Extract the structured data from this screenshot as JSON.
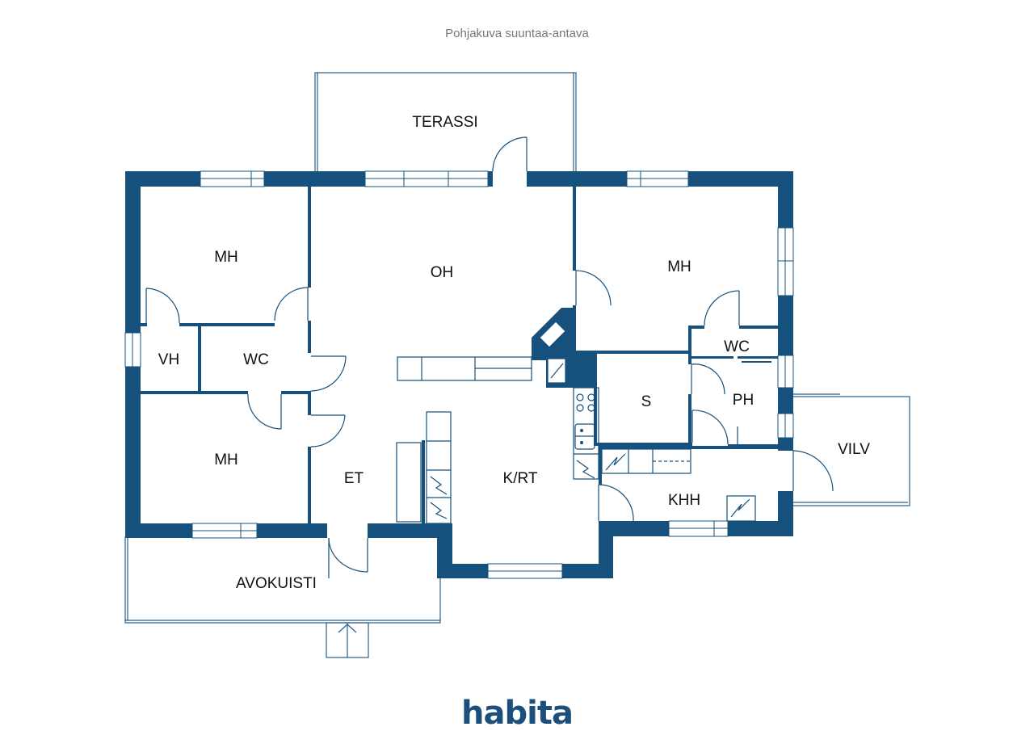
{
  "caption": "Pohjakuva suuntaa-antava",
  "rooms": {
    "terassi": "TERASSI",
    "mh_nw": "MH",
    "oh": "OH",
    "mh_ne": "MH",
    "vh": "VH",
    "wc_w": "WC",
    "wc_e": "WC",
    "s": "S",
    "ph": "PH",
    "vilv": "VILV",
    "mh_sw": "MH",
    "et": "ET",
    "krt": "K/RT",
    "khh": "KHH",
    "avokuisti": "AVOKUISTI"
  },
  "logo": {
    "text": "habita",
    "color": "#1c4f7c"
  },
  "colors": {
    "wall": "#16507c",
    "line": "#16507c",
    "label": "#111111"
  }
}
